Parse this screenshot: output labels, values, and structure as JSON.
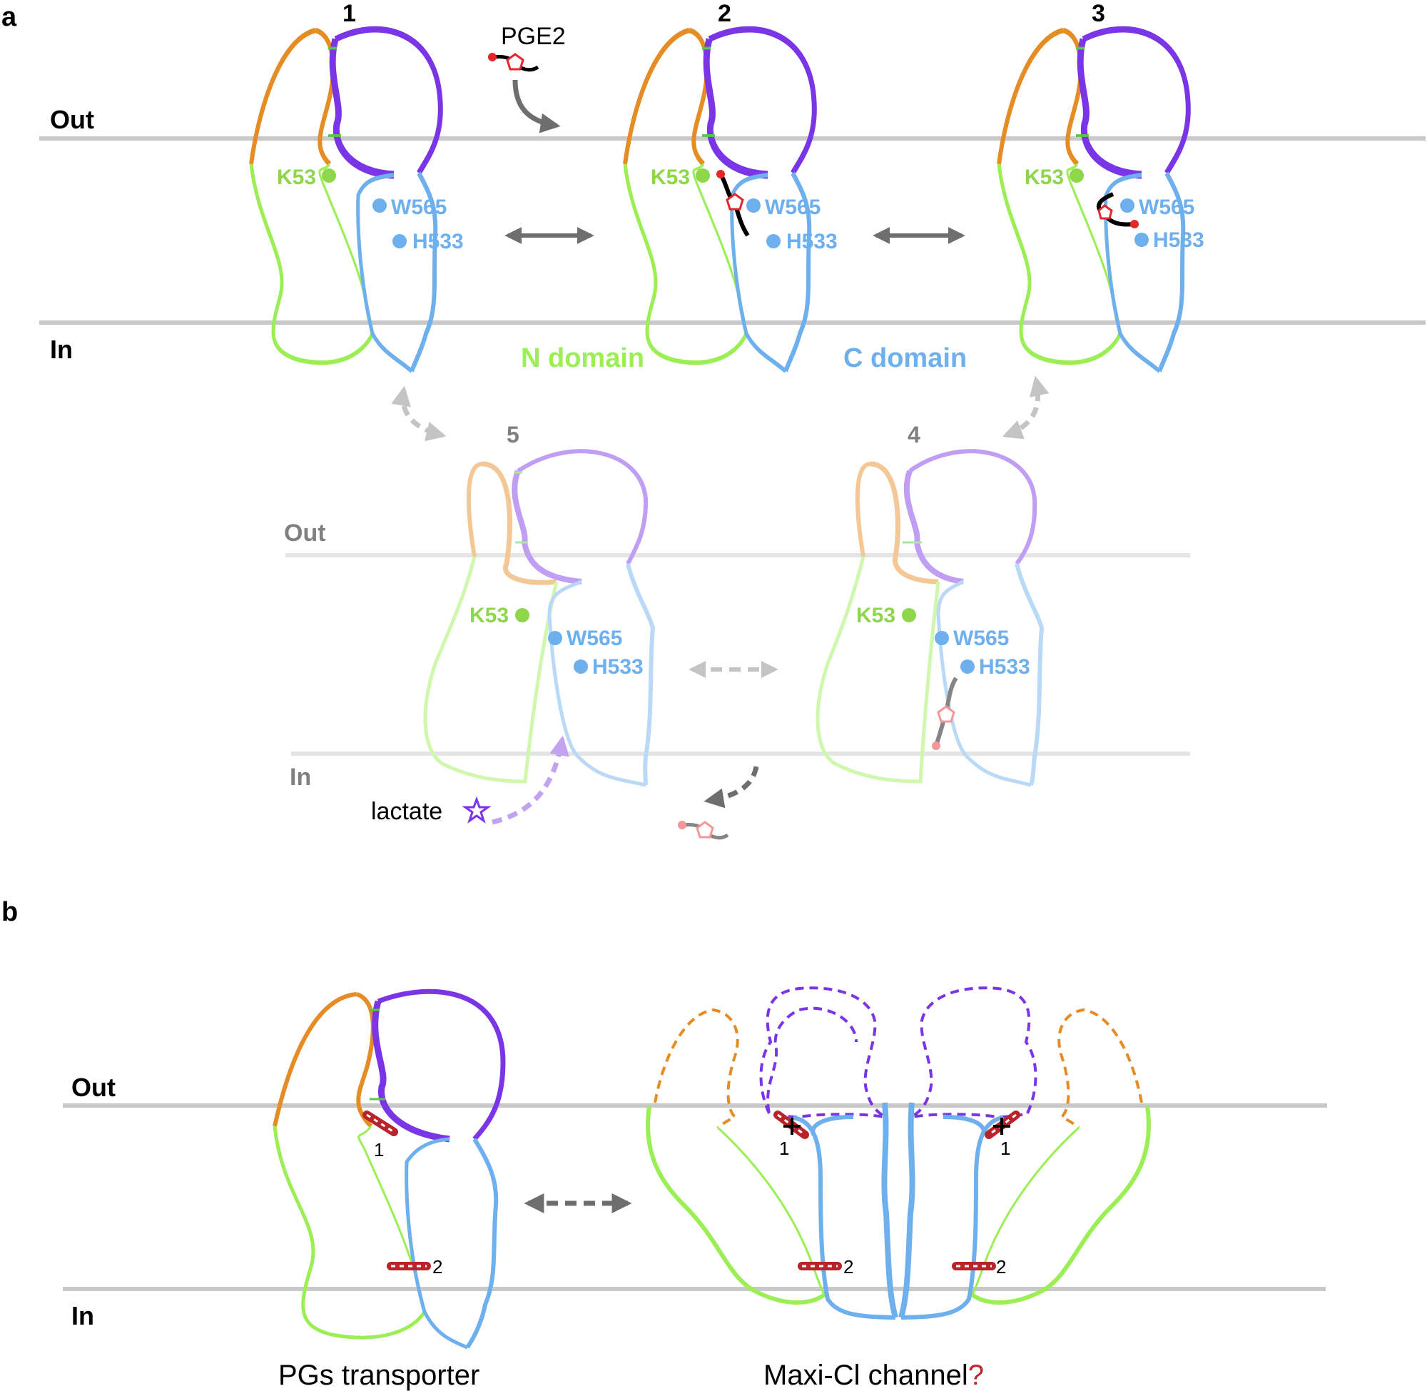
{
  "panels": {
    "a": "a",
    "b": "b"
  },
  "membrane": {
    "out": "Out",
    "in": "In"
  },
  "states": {
    "s1": "1",
    "s2": "2",
    "s3": "3",
    "s4": "4",
    "s5": "5"
  },
  "residues": {
    "k53": "K53",
    "w565": "W565",
    "h533": "H533"
  },
  "ligands": {
    "pge2": "PGE2",
    "lactate": "lactate"
  },
  "domains": {
    "n": "N domain",
    "c": "C domain"
  },
  "sites": {
    "one": "1",
    "two": "2"
  },
  "panel_b": {
    "left_caption": "PGs transporter",
    "right_caption": "Maxi-Cl channel",
    "question_mark": "?"
  },
  "colors": {
    "n_domain": "#9bef55",
    "c_domain": "#6eafee",
    "orange_loop": "#e58c25",
    "purple_loop": "#7a35e6",
    "membrane": "#c8c8c8",
    "arrow": "#6e6e6e",
    "ligand_ring": "#e8262a",
    "gate": "#b8242a",
    "question": "#c0262b"
  }
}
